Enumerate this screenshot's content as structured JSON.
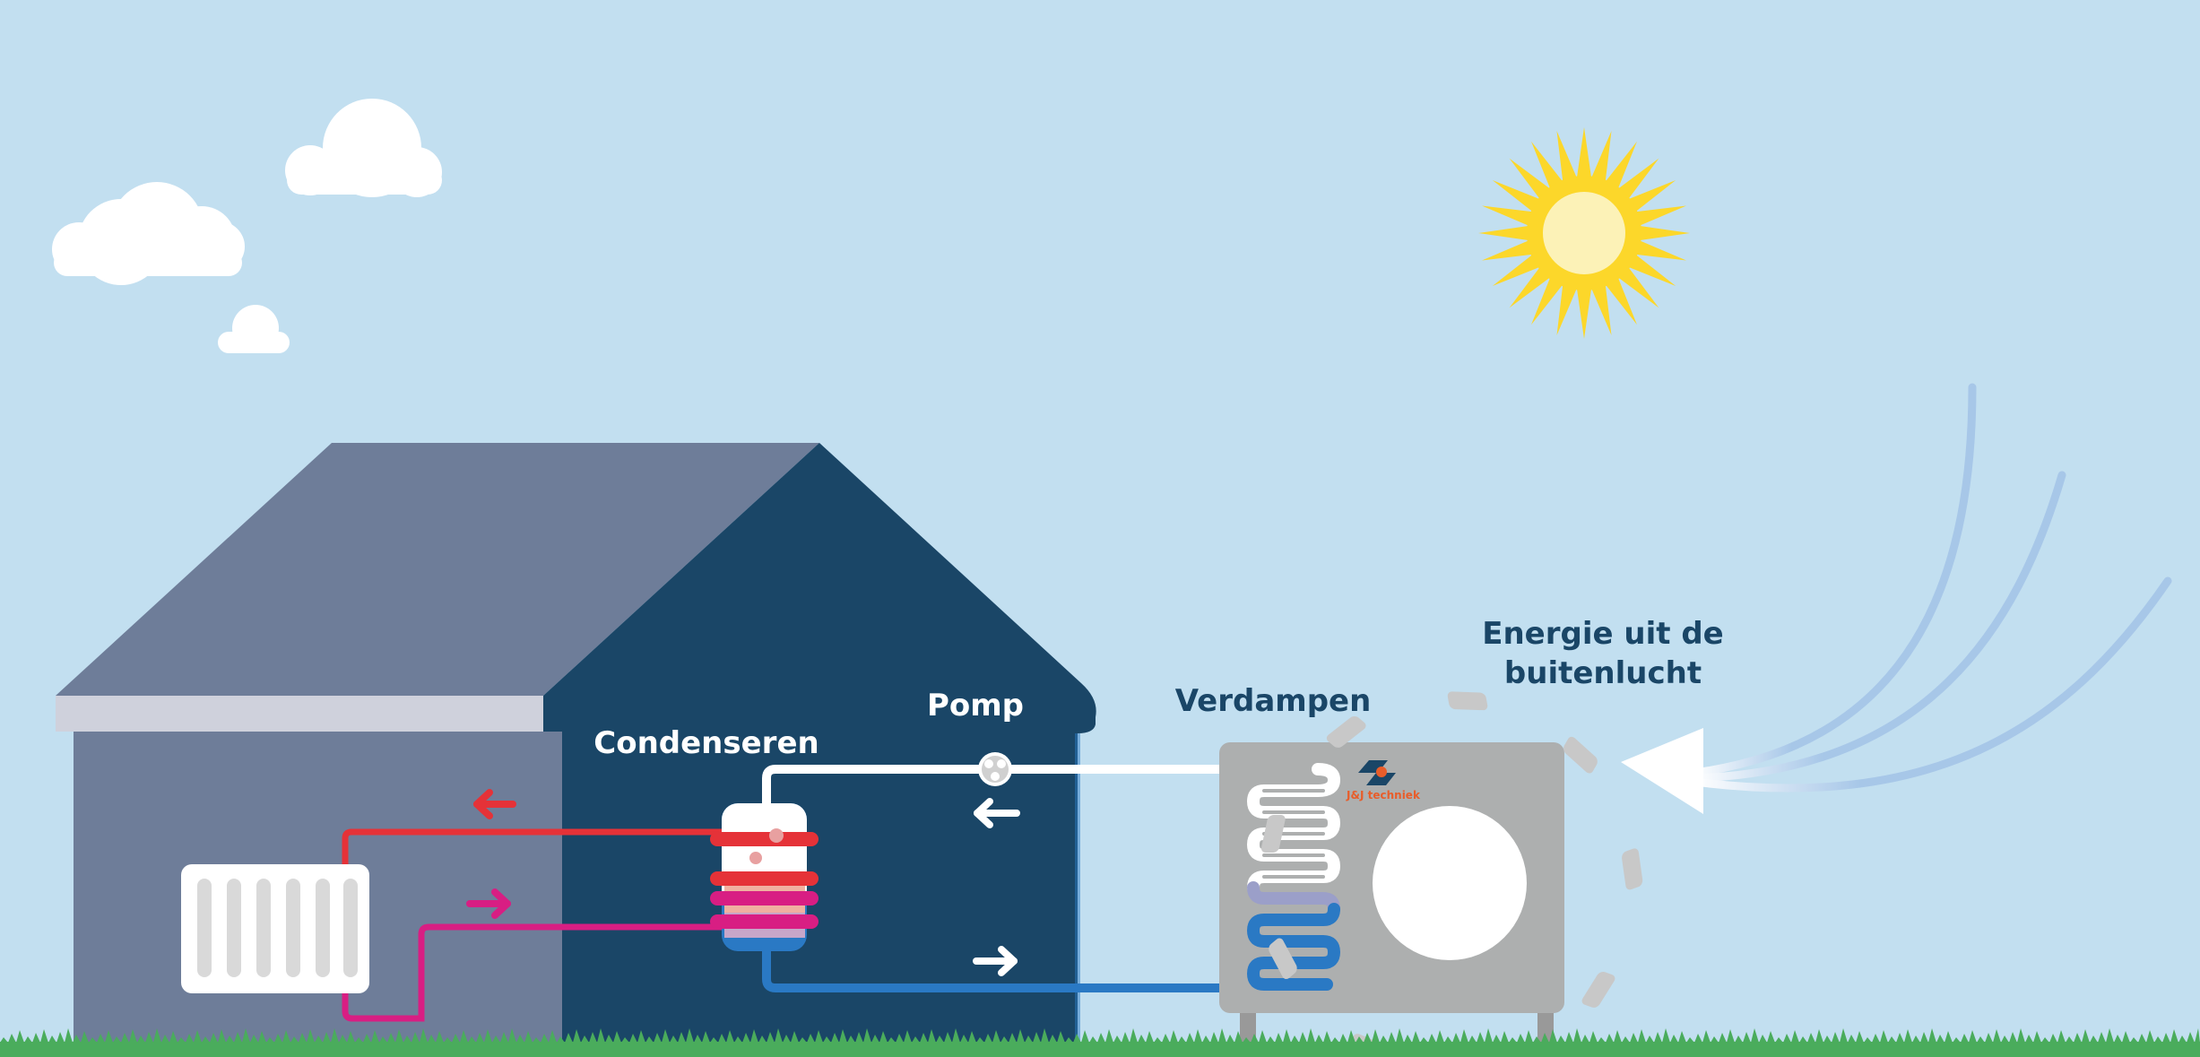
{
  "labels": {
    "condenseren": "Condenseren",
    "pomp": "Pomp",
    "verdampen": "Verdampen",
    "energie_line1": "Energie uit de",
    "energie_line2": "buitenlucht"
  },
  "brand": {
    "name": "J&J techniek"
  },
  "colors": {
    "sky": "#c2dff0",
    "house_roof_light": "#6e7d99",
    "house_dark": "#1a4667",
    "house_wall": "#6e7d99",
    "eave": "#cfd1dc",
    "hot_pipe": "#e53238",
    "return_pipe": "#d81e83",
    "cold_pipe": "#2a79c4",
    "white_pipe": "#ffffff",
    "outdoor_unit": "#adafaf",
    "sun": "#fcd72a",
    "label_dark": "#1a4667",
    "label_light": "#ffffff",
    "grass": "#4aac5c",
    "brand_orange": "#e85d2a"
  }
}
